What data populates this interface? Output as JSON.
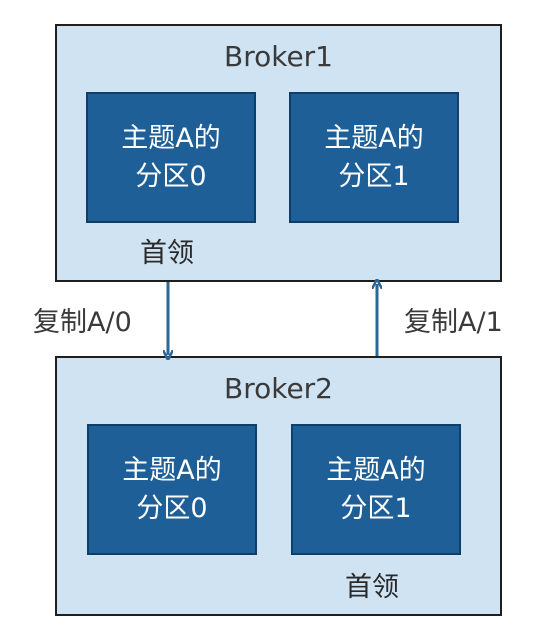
{
  "broker1": {
    "title": "Broker1",
    "partitions": [
      {
        "line1": "主题A的",
        "line2": "分区0"
      },
      {
        "line1": "主题A的",
        "line2": "分区1"
      }
    ],
    "leader_label": "首领"
  },
  "broker2": {
    "title": "Broker2",
    "partitions": [
      {
        "line1": "主题A的",
        "line2": "分区0"
      },
      {
        "line1": "主题A的",
        "line2": "分区1"
      }
    ],
    "leader_label": "首领"
  },
  "replication": {
    "down_label": "复制A/0",
    "up_label": "复制A/1"
  },
  "colors": {
    "broker_fill": "#cfe3f3",
    "partition_fill": "#1e5f98",
    "arrow": "#2e6694",
    "border": "#1f1f1f"
  }
}
